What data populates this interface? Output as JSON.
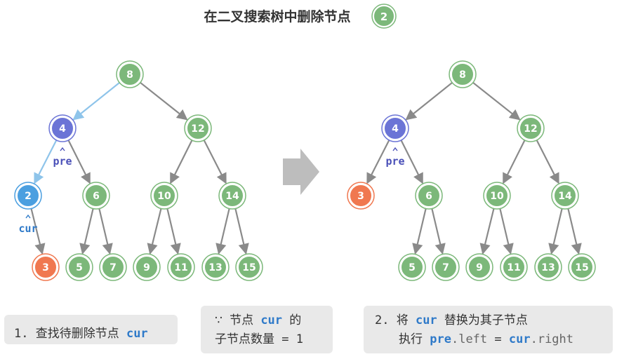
{
  "title": "在二叉搜索树中删除节点",
  "step_badge": "2",
  "colors": {
    "node_green": "#7cb87a",
    "node_blue": "#4b9fe0",
    "node_purple": "#6b74d6",
    "node_orange": "#f07850",
    "edge_gray": "#8a8a8a",
    "edge_light_blue": "#8ec4ea",
    "label_blue": "#2f7ac9",
    "label_purple": "#4a50b8",
    "arrow_gray": "#bdbdbd"
  },
  "left_tree": {
    "nodes": [
      {
        "id": "n8",
        "label": "8",
        "kind": "green"
      },
      {
        "id": "n4",
        "label": "4",
        "kind": "purple"
      },
      {
        "id": "n12",
        "label": "12",
        "kind": "green"
      },
      {
        "id": "n2",
        "label": "2",
        "kind": "blue"
      },
      {
        "id": "n6",
        "label": "6",
        "kind": "green"
      },
      {
        "id": "n10",
        "label": "10",
        "kind": "green"
      },
      {
        "id": "n14",
        "label": "14",
        "kind": "green"
      },
      {
        "id": "n3",
        "label": "3",
        "kind": "orange"
      },
      {
        "id": "n5",
        "label": "5",
        "kind": "green"
      },
      {
        "id": "n7",
        "label": "7",
        "kind": "green"
      },
      {
        "id": "n9",
        "label": "9",
        "kind": "green"
      },
      {
        "id": "n11",
        "label": "11",
        "kind": "green"
      },
      {
        "id": "n13",
        "label": "13",
        "kind": "green"
      },
      {
        "id": "n15",
        "label": "15",
        "kind": "green"
      }
    ],
    "edges": [
      {
        "from": "n8",
        "to": "n4",
        "kind": "light"
      },
      {
        "from": "n8",
        "to": "n12",
        "kind": "gray"
      },
      {
        "from": "n4",
        "to": "n2",
        "kind": "light"
      },
      {
        "from": "n4",
        "to": "n6",
        "kind": "gray"
      },
      {
        "from": "n12",
        "to": "n10",
        "kind": "gray"
      },
      {
        "from": "n12",
        "to": "n14",
        "kind": "gray"
      },
      {
        "from": "n2",
        "to": "n3",
        "kind": "gray"
      },
      {
        "from": "n6",
        "to": "n5",
        "kind": "gray"
      },
      {
        "from": "n6",
        "to": "n7",
        "kind": "gray"
      },
      {
        "from": "n10",
        "to": "n9",
        "kind": "gray"
      },
      {
        "from": "n10",
        "to": "n11",
        "kind": "gray"
      },
      {
        "from": "n14",
        "to": "n13",
        "kind": "gray"
      },
      {
        "from": "n14",
        "to": "n15",
        "kind": "gray"
      }
    ],
    "pointers": [
      {
        "label": "pre",
        "target": "n4",
        "kind": "purple"
      },
      {
        "label": "cur",
        "target": "n2",
        "kind": "blue"
      }
    ]
  },
  "right_tree": {
    "nodes": [
      {
        "id": "m8",
        "label": "8",
        "kind": "green"
      },
      {
        "id": "m4",
        "label": "4",
        "kind": "purple"
      },
      {
        "id": "m12",
        "label": "12",
        "kind": "green"
      },
      {
        "id": "m3",
        "label": "3",
        "kind": "orange"
      },
      {
        "id": "m6",
        "label": "6",
        "kind": "green"
      },
      {
        "id": "m10",
        "label": "10",
        "kind": "green"
      },
      {
        "id": "m14",
        "label": "14",
        "kind": "green"
      },
      {
        "id": "m5",
        "label": "5",
        "kind": "green"
      },
      {
        "id": "m7",
        "label": "7",
        "kind": "green"
      },
      {
        "id": "m9",
        "label": "9",
        "kind": "green"
      },
      {
        "id": "m11",
        "label": "11",
        "kind": "green"
      },
      {
        "id": "m13",
        "label": "13",
        "kind": "green"
      },
      {
        "id": "m15",
        "label": "15",
        "kind": "green"
      }
    ],
    "edges": [
      {
        "from": "m8",
        "to": "m4",
        "kind": "gray"
      },
      {
        "from": "m8",
        "to": "m12",
        "kind": "gray"
      },
      {
        "from": "m4",
        "to": "m3",
        "kind": "gray"
      },
      {
        "from": "m4",
        "to": "m6",
        "kind": "gray"
      },
      {
        "from": "m12",
        "to": "m10",
        "kind": "gray"
      },
      {
        "from": "m12",
        "to": "m14",
        "kind": "gray"
      },
      {
        "from": "m6",
        "to": "m5",
        "kind": "gray"
      },
      {
        "from": "m6",
        "to": "m7",
        "kind": "gray"
      },
      {
        "from": "m10",
        "to": "m9",
        "kind": "gray"
      },
      {
        "from": "m10",
        "to": "m11",
        "kind": "gray"
      },
      {
        "from": "m14",
        "to": "m13",
        "kind": "gray"
      },
      {
        "from": "m14",
        "to": "m15",
        "kind": "gray"
      }
    ],
    "pointers": [
      {
        "label": "pre",
        "target": "m4",
        "kind": "purple"
      }
    ]
  },
  "arrow_icon": "right-arrow-icon",
  "boxes": {
    "step1": {
      "prefix": "1. 查找待删除节点 ",
      "code": "cur"
    },
    "reason": {
      "because": "∵",
      "text1": " 节点 ",
      "code": "cur",
      "text2": " 的",
      "line2": "子节点数量 = 1"
    },
    "step2": {
      "prefix": "2. 将 ",
      "code1": "cur",
      "suffix1": " 替换为其子节点",
      "exec": "执行 ",
      "code2": "pre",
      "dot_left": ".left",
      "eq": " = ",
      "code3": "cur",
      "dot_right": ".right"
    }
  }
}
